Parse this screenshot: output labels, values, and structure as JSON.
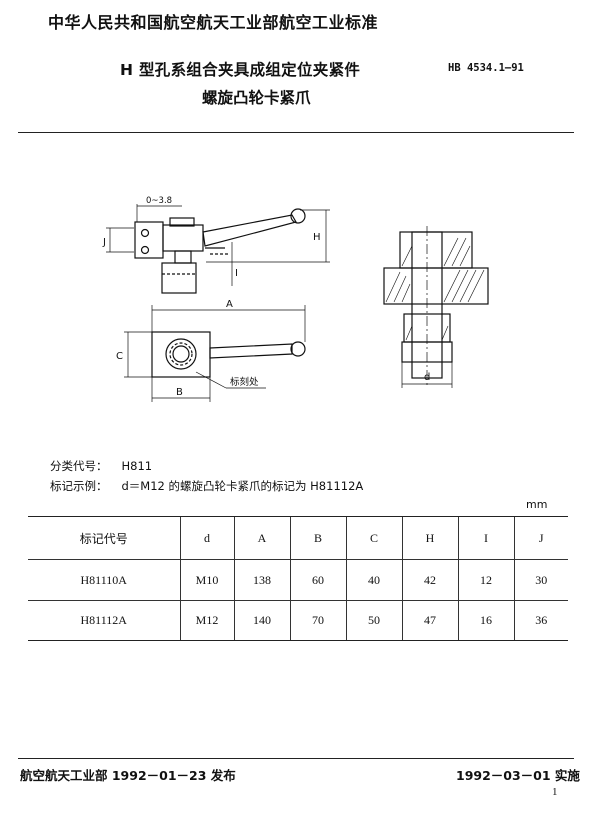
{
  "header": {
    "standard_body": "中华人民共和国航空航天工业部航空工业标准",
    "title_line1": "H 型孔系组合夹具成组定位夹紧件",
    "title_line2": "螺旋凸轮卡紧爪",
    "standard_number": "HB 4534.1—91"
  },
  "drawing": {
    "dim_gap": "0~3.8",
    "dim_J": "J",
    "dim_H": "H",
    "dim_I": "I",
    "dim_A": "A",
    "dim_B": "B",
    "dim_C": "C",
    "dim_d": "d",
    "marking_label": "标刻处"
  },
  "info": {
    "class_label": "分类代号：",
    "class_value": "H811",
    "example_label": "标记示例：",
    "example_value": "d＝M12 的螺旋凸轮卡紧爪的标记为 H81112A"
  },
  "table": {
    "unit": "mm",
    "headers": [
      "标记代号",
      "d",
      "A",
      "B",
      "C",
      "H",
      "I",
      "J"
    ],
    "rows": [
      [
        "H81110A",
        "M10",
        "138",
        "60",
        "40",
        "42",
        "12",
        "30"
      ],
      [
        "H81112A",
        "M12",
        "140",
        "70",
        "50",
        "47",
        "16",
        "36"
      ]
    ]
  },
  "footer": {
    "issued": "航空航天工业部 1992－01－23 发布",
    "effective": "1992－03－01 实施",
    "page": "1"
  }
}
